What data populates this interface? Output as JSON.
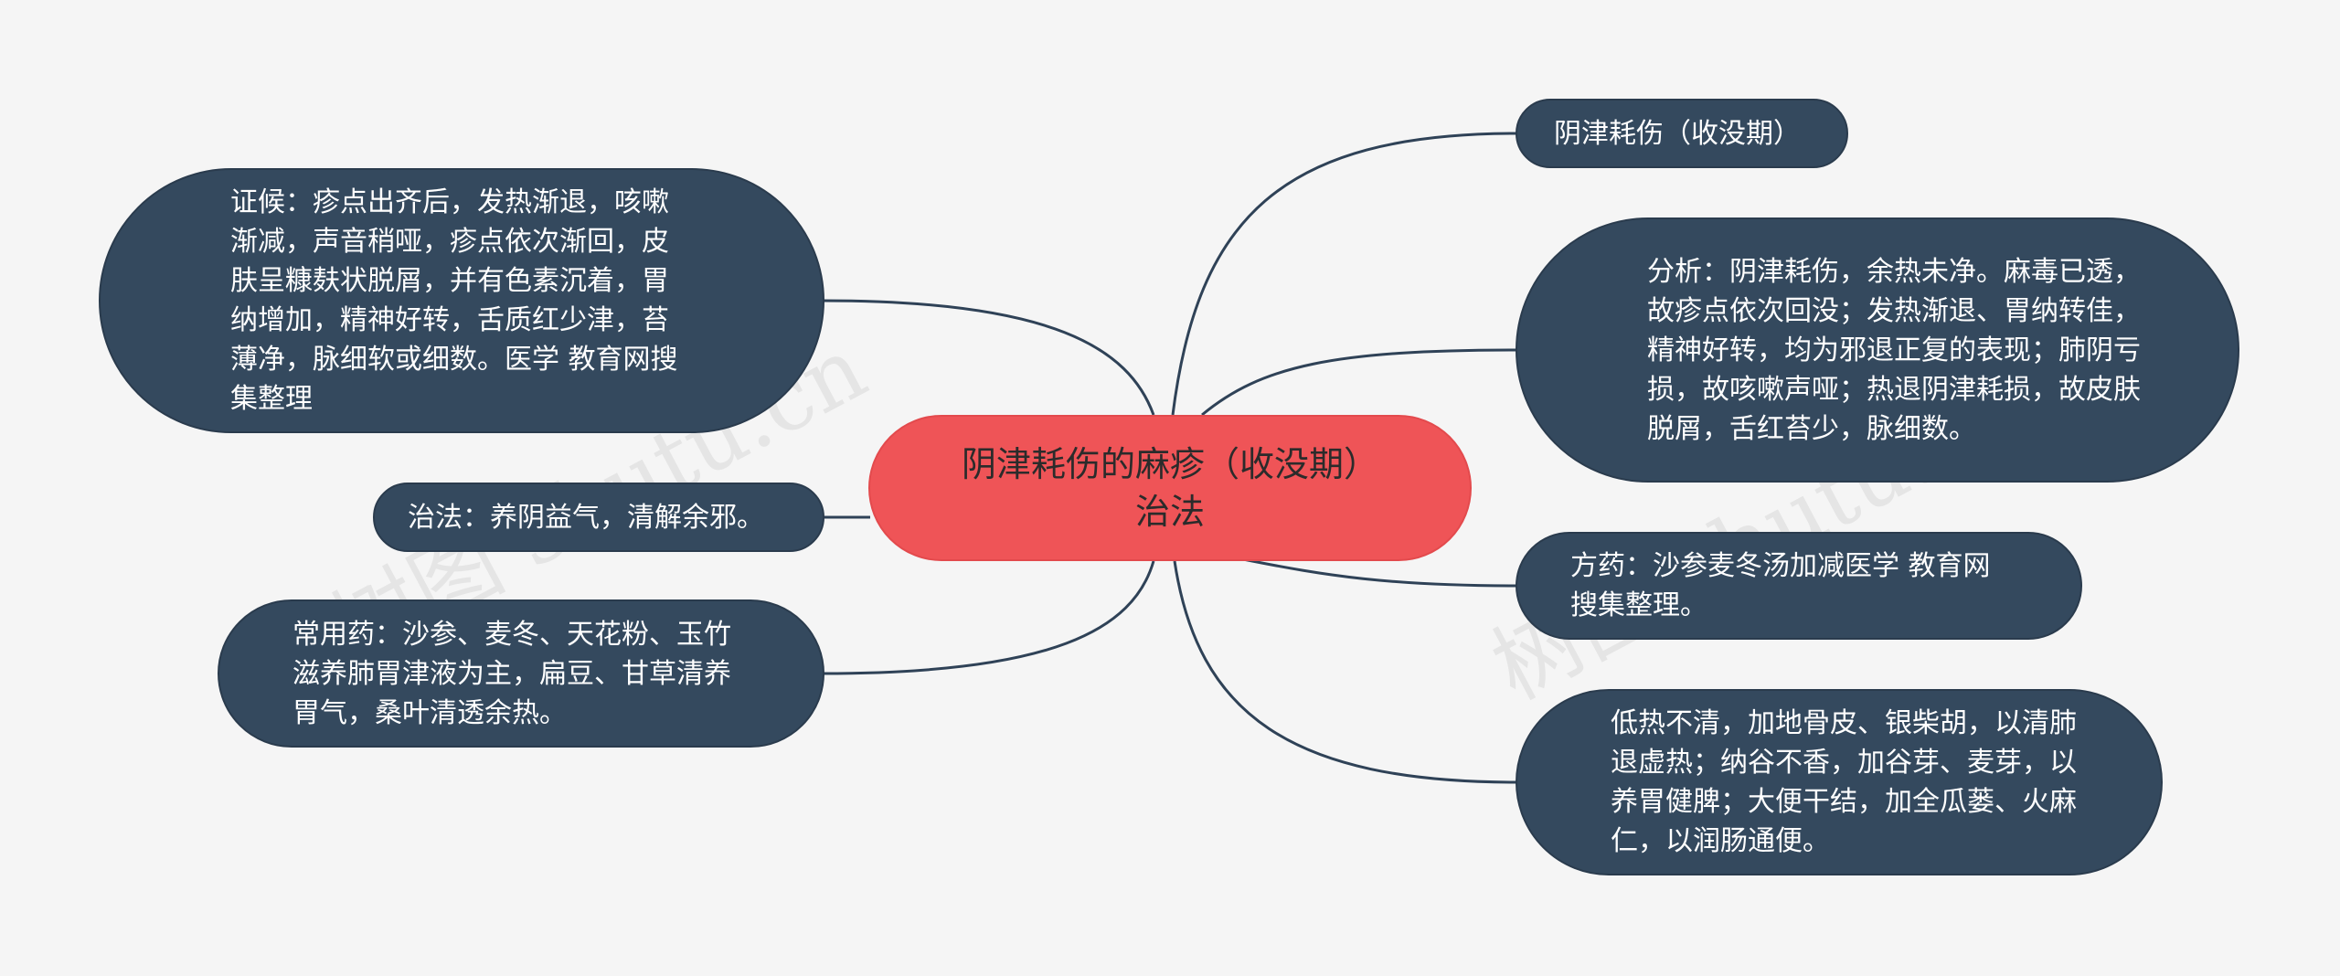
{
  "mindmap": {
    "root": {
      "label": "阴津耗伤的麻疹（收没期）治法"
    },
    "right": [
      {
        "id": "title",
        "label": "阴津耗伤（收没期）"
      },
      {
        "id": "analysis",
        "label": "分析：阴津耗伤，余热未净。麻毒已透，故疹点依次回没；发热渐退、胃纳转佳，精神好转，均为邪退正复的表现；肺阴亏损，故咳嗽声哑；热退阴津耗损，故皮肤脱屑，舌红苔少，脉细数。"
      },
      {
        "id": "formula",
        "label": "方药：沙参麦冬汤加减医学 教育网搜集整理。"
      },
      {
        "id": "modify",
        "label": "低热不清，加地骨皮、银柴胡，以清肺退虚热；纳谷不香，加谷芽、麦芽，以养胃健脾；大便干结，加全瓜蒌、火麻仁，以润肠通便。"
      }
    ],
    "left": [
      {
        "id": "symptom",
        "label": "证候：疹点出齐后，发热渐退，咳嗽渐减，声音稍哑，疹点依次渐回，皮肤呈糠麸状脱屑，并有色素沉着，胃纳增加，精神好转，舌质红少津，苔薄净，脉细软或细数。医学 教育网搜集整理"
      },
      {
        "id": "method",
        "label": "治法：养阴益气，清解余邪。"
      },
      {
        "id": "herbs",
        "label": "常用药：沙参、麦冬、天花粉、玉竹滋养肺胃津液为主，扁豆、甘草清养胃气，桑叶清透余热。"
      }
    ]
  },
  "watermark": "树图 shutu.cn",
  "colors": {
    "background": "#f5f5f5",
    "root_fill": "#ef5457",
    "node_fill": "#34495e",
    "edge": "#2f4257"
  }
}
